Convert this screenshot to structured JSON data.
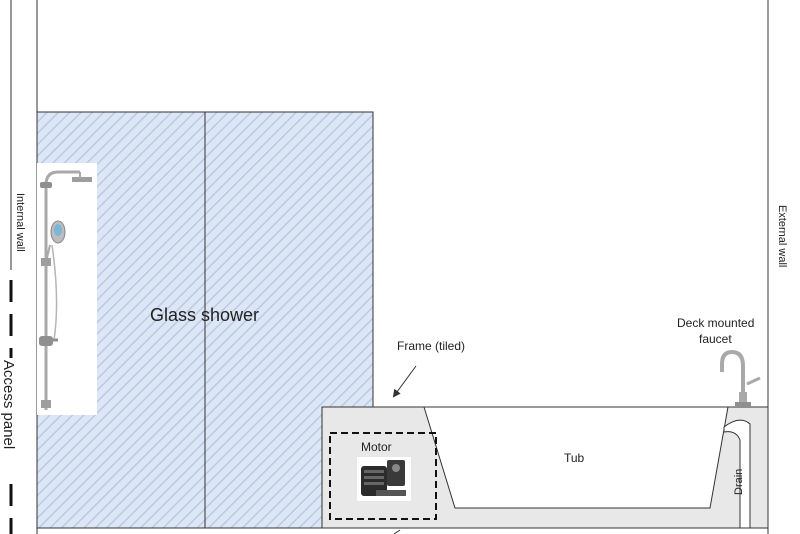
{
  "labels": {
    "internal_wall": "Internal wall",
    "external_wall": "External wall",
    "access_panel": "Access panel",
    "glass_shower": "Glass shower",
    "frame": "Frame (tiled)",
    "deck_faucet_line1": "Deck mounted",
    "deck_faucet_line2": "faucet",
    "motor": "Motor",
    "tub": "Tub",
    "drain": "Drain"
  },
  "icons": {
    "shower": "rain-shower-set-icon",
    "faucet": "deck-faucet-icon",
    "motor": "pump-motor-icon",
    "arrow": "arrow-icon"
  },
  "colors": {
    "glass_fill": "#dde6f5",
    "glass_hatch": "#b9c9e6",
    "frame_fill": "#e8e8e8",
    "line": "#333333",
    "chrome": "#a9a9a9"
  }
}
